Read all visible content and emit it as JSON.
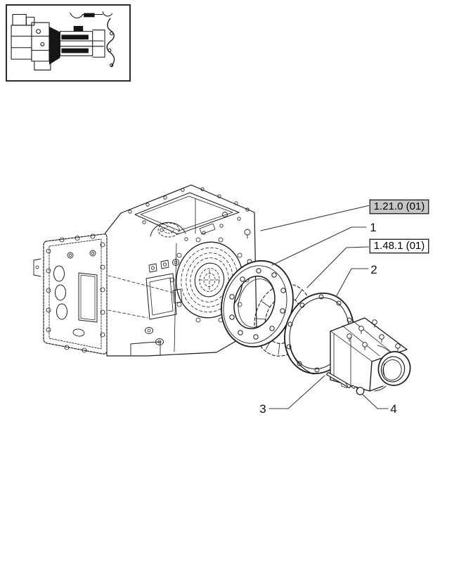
{
  "references": [
    {
      "label": "1.21.0 (01)",
      "highlighted": true
    },
    {
      "label": "1.48.1 (01)",
      "highlighted": false
    }
  ],
  "callouts": [
    {
      "label": "1"
    },
    {
      "label": "2"
    },
    {
      "label": "3"
    },
    {
      "label": "4"
    }
  ],
  "colors": {
    "line": "#1d1d1d",
    "leader": "#3a3a3a",
    "highlight_fill": "#c6c6c6",
    "box_border": "#2b2b2b",
    "text": "#000000",
    "background": "#ffffff"
  }
}
